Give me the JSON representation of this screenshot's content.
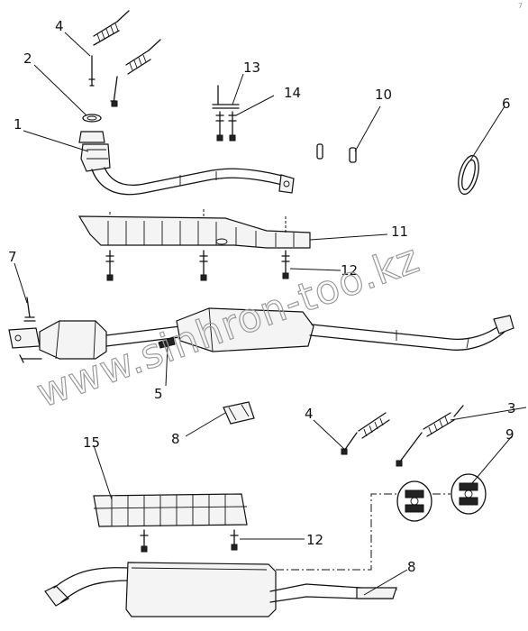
{
  "watermark": {
    "text": "www.sinhron-too.kz"
  },
  "corner_mark": "7",
  "callouts": {
    "c1": "1",
    "c2": "2",
    "c3": "3",
    "c4a": "4",
    "c4b": "4",
    "c5": "5",
    "c6": "6",
    "c7": "7",
    "c8a": "8",
    "c8b": "8",
    "c9": "9",
    "c10": "10",
    "c11": "11",
    "c12a": "12",
    "c12b": "12",
    "c13": "13",
    "c14": "14",
    "c15": "15"
  },
  "colors": {
    "line": "#111111",
    "watermark": "#9a9a9a",
    "background": "#ffffff"
  }
}
